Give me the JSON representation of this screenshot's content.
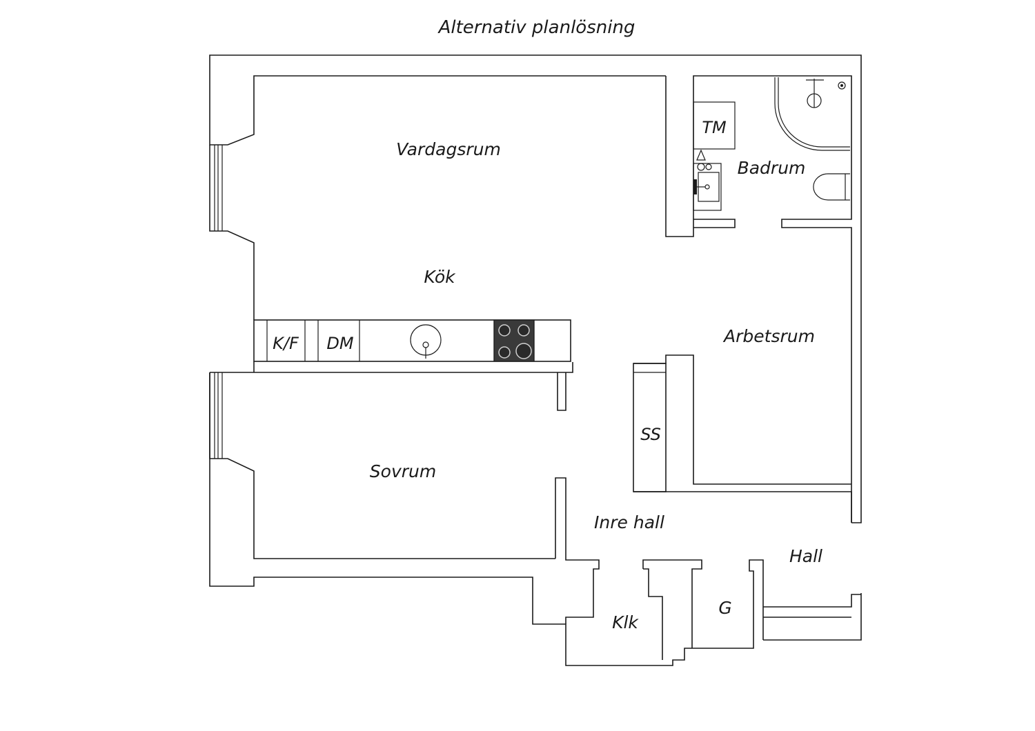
{
  "title": "Alternativ planlösning",
  "rooms": {
    "vardagsrum": "Vardagsrum",
    "kok": "Kök",
    "sovrum": "Sovrum",
    "badrum": "Badrum",
    "arbetsrum": "Arbetsrum",
    "inre_hall": "Inre hall",
    "hall": "Hall",
    "klk": "Klk",
    "g": "G"
  },
  "fixtures": {
    "tm": "TM",
    "kf": "K/F",
    "dm": "DM",
    "ss": "SS"
  },
  "icons": [
    "sink-icon",
    "stove-icon",
    "shower-icon",
    "toilet-icon",
    "washbasin-icon"
  ],
  "colors": {
    "line": "#1a1a1a",
    "stove": "#3a3a3a",
    "background": "#ffffff"
  }
}
